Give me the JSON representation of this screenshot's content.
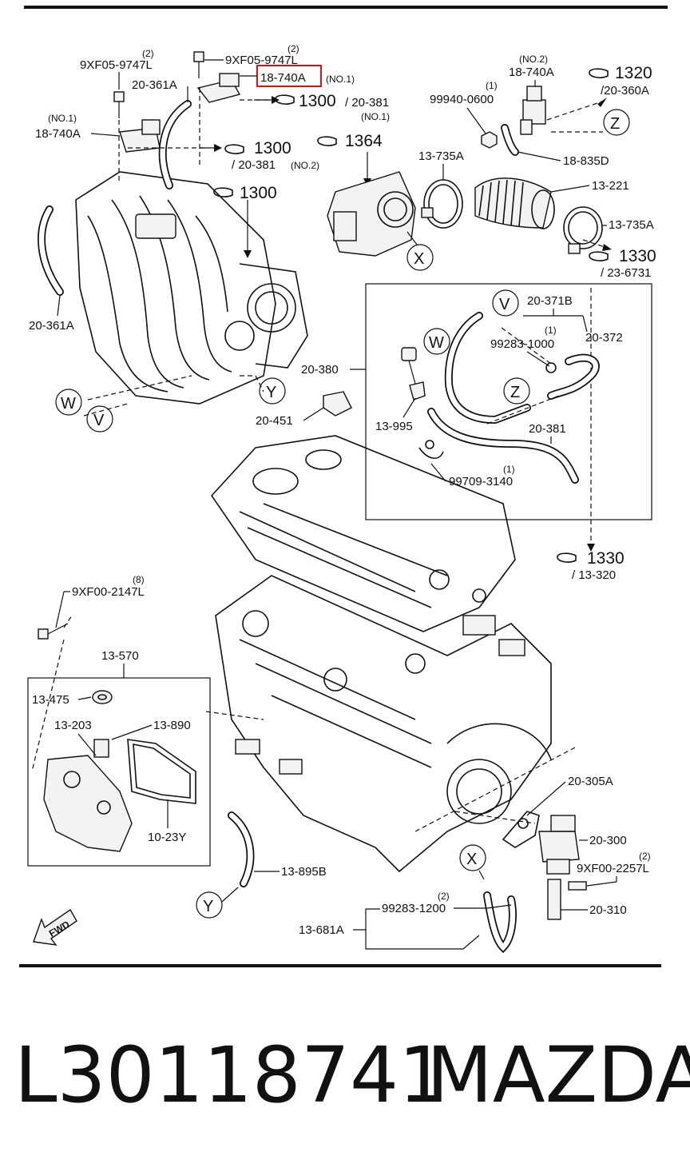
{
  "callouts": {
    "c1": {
      "qty": "(2)",
      "code": "9XF05-9747L"
    },
    "c2": {
      "qty": "(2)",
      "code": "9XF05-9747L"
    },
    "c3": {
      "code": "18-740A",
      "note": "(NO.1)"
    },
    "c4": {
      "code": "20-361A"
    },
    "c5": {
      "note": "(NO.1)",
      "code": "18-740A"
    },
    "c6": {
      "ref": "1300",
      "sub": "/ 20-381"
    },
    "c6b": {
      "note": "(NO.1)"
    },
    "c7": {
      "ref": "1300",
      "sub": "/ 20-381",
      "note": "(NO.2)"
    },
    "c8": {
      "ref": "1300"
    },
    "c9": {
      "ref": "1364"
    },
    "c10": {
      "note": "(NO.2)",
      "code": "18-740A"
    },
    "c11": {
      "ref": "1320",
      "sub": "/20-360A"
    },
    "c12": {
      "qty": "(1)",
      "code": "99940-0600"
    },
    "c13": {
      "code": "18-835D"
    },
    "c14": {
      "code": "13-735A"
    },
    "c15": {
      "code": "13-221"
    },
    "c16": {
      "code": "13-735A"
    },
    "c17": {
      "ref": "1330",
      "sub": "/ 23-6731"
    },
    "c18": {
      "code": "20-361A"
    },
    "c19": {
      "code": "20-371B"
    },
    "c20": {
      "qty": "(1)",
      "code": "99283-1000"
    },
    "c21": {
      "code": "20-372"
    },
    "c22": {
      "code": "20-380"
    },
    "c23": {
      "code": "20-451"
    },
    "c24": {
      "code": "13-995"
    },
    "c25": {
      "code": "20-381"
    },
    "c26": {
      "qty": "(1)",
      "code": "99709-3140"
    },
    "c27": {
      "ref": "1330",
      "sub": "/ 13-320"
    },
    "c28": {
      "qty": "(8)",
      "code": "9XF00-2147L"
    },
    "c29": {
      "code": "13-570"
    },
    "c30": {
      "code": "13-475"
    },
    "c31": {
      "code": "13-203"
    },
    "c32": {
      "code": "13-890"
    },
    "c33": {
      "code": "10-23Y"
    },
    "c34": {
      "code": "13-895B"
    },
    "c35": {
      "code": "20-305A"
    },
    "c36": {
      "code": "20-300"
    },
    "c37": {
      "qty": "(2)",
      "code": "9XF00-2257L"
    },
    "c38": {
      "qty": "(2)",
      "code": "99283-1200"
    },
    "c39": {
      "code": "20-310"
    },
    "c40": {
      "code": "13-681A"
    }
  },
  "markers": {
    "x": "X",
    "y": "Y",
    "z": "Z",
    "w": "W",
    "v": "V"
  },
  "fwd": "FWD",
  "footer": {
    "part_number": "L30118741",
    "brand": "MAZDA"
  },
  "colors": {
    "highlight": "#e0101a",
    "ink": "#111111"
  }
}
